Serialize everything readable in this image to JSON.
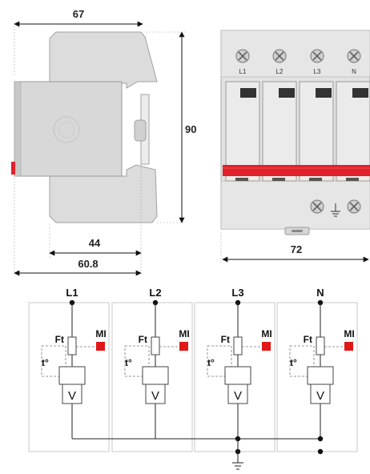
{
  "dimensions": {
    "width_top": "67",
    "height_right": "90",
    "depth_44": "44",
    "depth_60_8": "60.8",
    "width_front": "72"
  },
  "front_view": {
    "terminal_labels": [
      "L1",
      "L2",
      "L3",
      "N"
    ]
  },
  "schematic": {
    "channels": [
      {
        "line": "L1",
        "fuse": "Ft",
        "indicator": "MI",
        "thermal": "t°",
        "varistor": "V"
      },
      {
        "line": "L2",
        "fuse": "Ft",
        "indicator": "MI",
        "thermal": "t°",
        "varistor": "V"
      },
      {
        "line": "L3",
        "fuse": "Ft",
        "indicator": "MI",
        "thermal": "t°",
        "varistor": "V"
      },
      {
        "line": "N",
        "fuse": "Ft",
        "indicator": "MI",
        "thermal": "t°",
        "varistor": "V"
      }
    ]
  },
  "colors": {
    "body": "#dcdcdc",
    "outline": "#9a9a9a",
    "status_red": "#e0202a",
    "indicator_red": "#e01818",
    "dark": "#1e1e1e"
  }
}
